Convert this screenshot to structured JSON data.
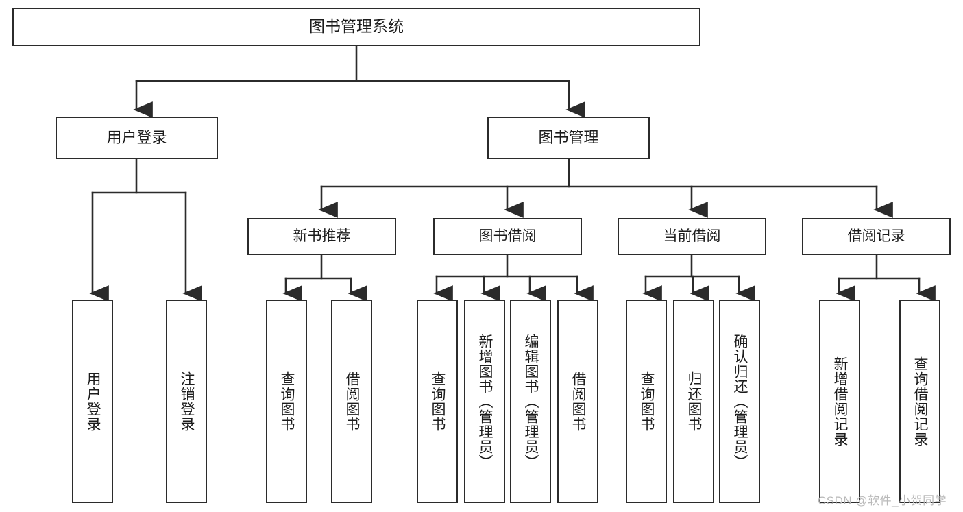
{
  "diagram": {
    "title": "图书管理系统",
    "type": "tree-hierarchy-diagram",
    "background_color": "#ffffff",
    "node_border_color": "#2b2b2b",
    "connector_color": "#2b2b2b",
    "root": {
      "label": "图书管理系统"
    },
    "level2": [
      {
        "label": "用户登录"
      },
      {
        "label": "图书管理"
      }
    ],
    "level3": [
      {
        "label": "新书推荐"
      },
      {
        "label": "图书借阅"
      },
      {
        "label": "当前借阅"
      },
      {
        "label": "借阅记录"
      }
    ],
    "leaves": [
      {
        "label": "用户登录",
        "parent": "用户登录"
      },
      {
        "label": "注销登录",
        "parent": "用户登录"
      },
      {
        "label": "查询图书",
        "parent": "新书推荐"
      },
      {
        "label": "借阅图书",
        "parent": "新书推荐"
      },
      {
        "label": "查询图书",
        "parent": "图书借阅"
      },
      {
        "label": "新增图书（管理员）",
        "parent": "图书借阅"
      },
      {
        "label": "编辑图书（管理员）",
        "parent": "图书借阅"
      },
      {
        "label": "借阅图书",
        "parent": "图书借阅"
      },
      {
        "label": "查询图书",
        "parent": "当前借阅"
      },
      {
        "label": "归还图书",
        "parent": "当前借阅"
      },
      {
        "label": "确认归还（管理员）",
        "parent": "当前借阅"
      },
      {
        "label": "新增借阅记录",
        "parent": "借阅记录"
      },
      {
        "label": "查询借阅记录",
        "parent": "借阅记录"
      }
    ]
  },
  "watermark": {
    "text": "CSDN @软件_小贺同学"
  }
}
